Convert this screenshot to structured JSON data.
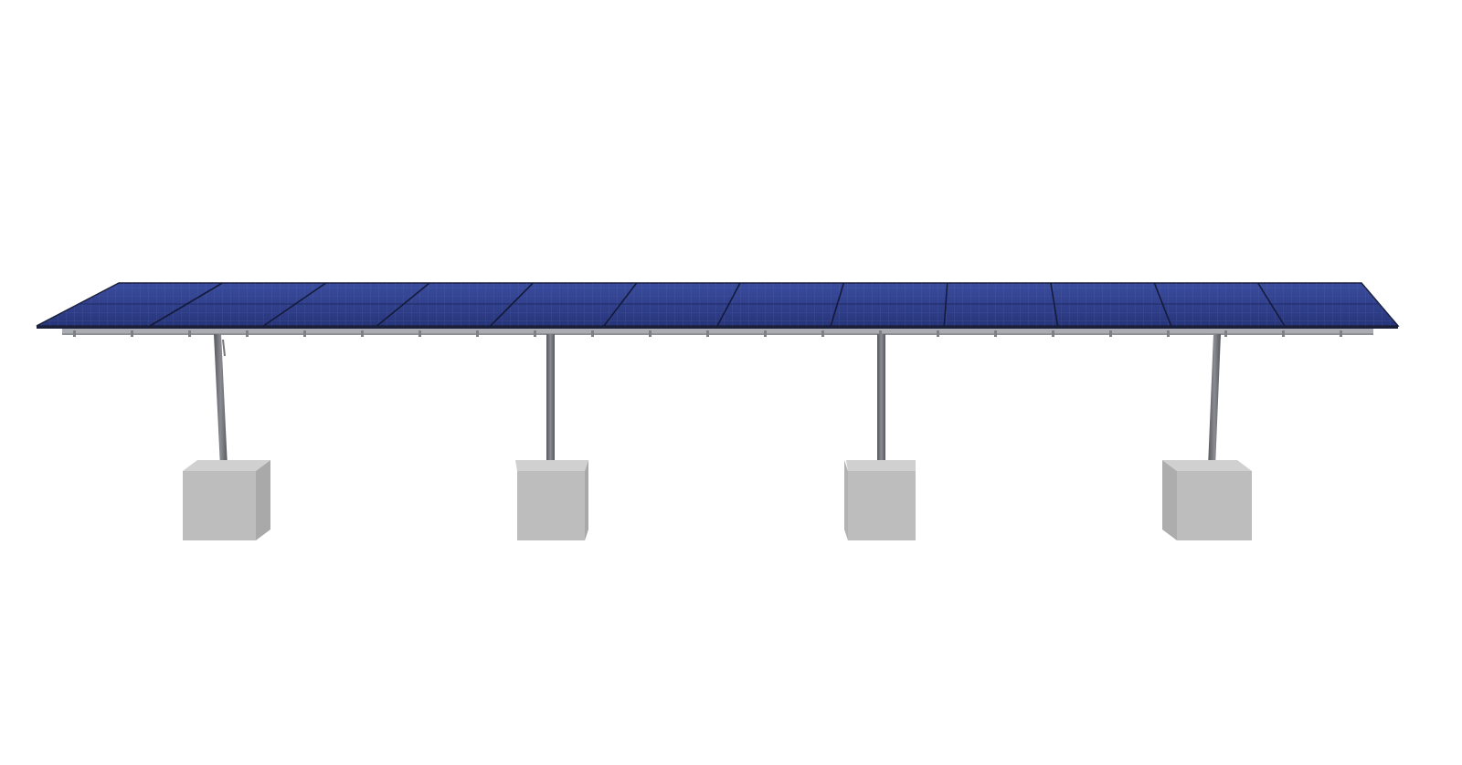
{
  "scene": {
    "background_color": "#ffffff",
    "subject": "ground-mount-solar-array",
    "panel_count": 12,
    "support_post_count": 4,
    "footing_count": 4,
    "colors": {
      "panel_blue": "#2f3f8c",
      "panel_blue_dark": "#1f2a66",
      "panel_frame": "#1a1f3a",
      "rail": "#a9acb1",
      "post": "#6e7076",
      "concrete_front": "#bdbdbd",
      "concrete_side": "#a9a9a9",
      "concrete_top": "#d0d0d0"
    }
  }
}
